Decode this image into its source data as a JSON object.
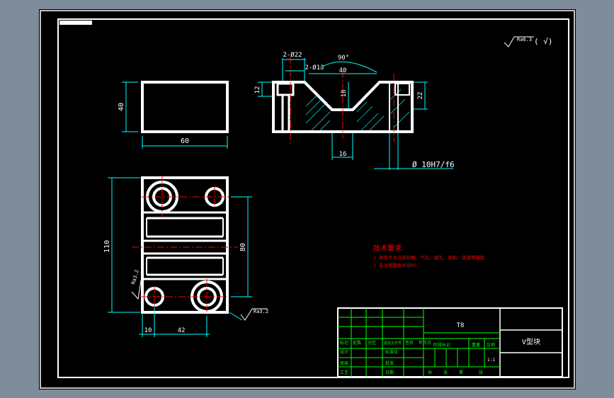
{
  "drawing": {
    "colors": {
      "outer_bg": "#7f8c99",
      "paper": "#000000",
      "line": "#ffffff",
      "dim": "#00ffff",
      "center": "#ff0000",
      "tb_grid": "#00ff00",
      "hatch": "#00ffff"
    },
    "top_view": {
      "width_dim": "60",
      "height_dim": "40"
    },
    "front_view": {
      "holes_label": "2-Ø22",
      "counterbore_label": "2-Ø13",
      "angle_label": "90°",
      "groove_width": "40",
      "depth_left": "12",
      "depth_mid": "18",
      "height_right": "22",
      "bottom_width": "16",
      "fit_label": "Ø 10H7/f6"
    },
    "plan_view": {
      "height_total": "110",
      "hole_spacing": "80",
      "left_offset": "10",
      "hole_dist": "42",
      "surface_left": "Ra3.2",
      "surface_right": "Ra3.2"
    },
    "roughness": {
      "symbol": "Ra6.3",
      "rest": "( √)"
    },
    "notes": {
      "title": "技术要求",
      "line1": "1 铸件不允许有砂眼、气孔、缩孔、缩松、夹渣等缺陷",
      "line2": "2 未注明圆角半径R3"
    },
    "title_block": {
      "material": "T8",
      "part_name": "V型块",
      "headers": [
        "标记",
        "处数",
        "分区",
        "更改文件号",
        "签名",
        "年月日"
      ],
      "col_a": [
        "设计",
        "审核",
        "工艺"
      ],
      "col_b": [
        "标准化",
        "批准"
      ],
      "col_b_extra": "日期",
      "stage_labels": [
        "阶段标记",
        "重量",
        "比例"
      ],
      "scale": "1:1",
      "sheet_labels": [
        "共",
        "张",
        "第",
        "张"
      ]
    }
  }
}
